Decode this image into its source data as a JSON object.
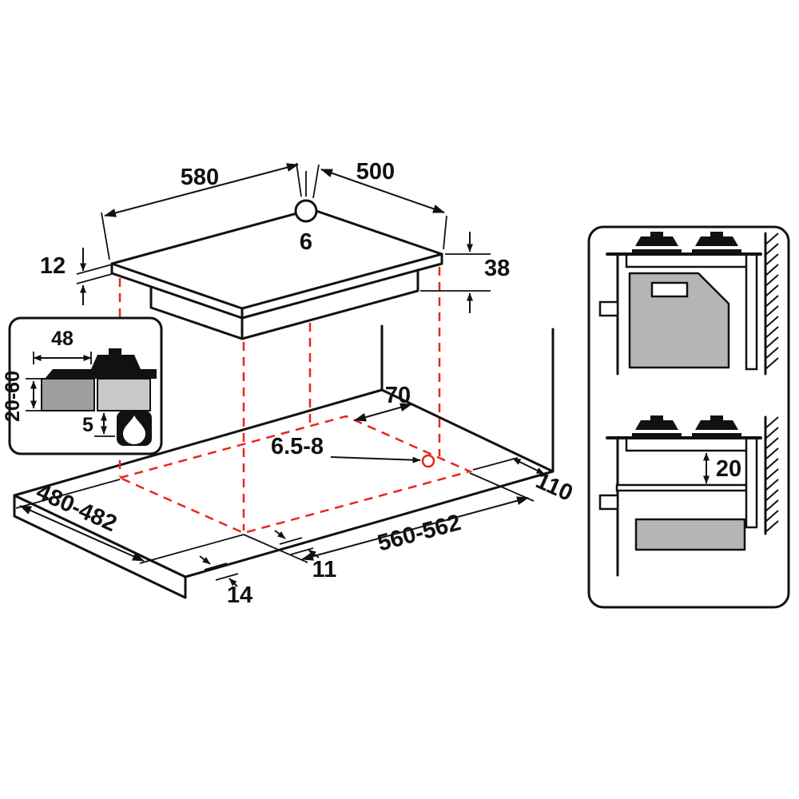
{
  "figure": {
    "type": "gas-hob-installation-diagram",
    "accent_color": "#e8251f",
    "line_color": "#111111"
  },
  "hob": {
    "width_mm": "580",
    "depth_mm": "500",
    "hole_diameter_mm": "6",
    "edge_thickness_mm": "12",
    "body_height_mm": "38"
  },
  "worktop_cutout": {
    "rear_clearance_mm": "70",
    "inlet_hole_mm": "6.5-8",
    "right_clearance_mm": "110",
    "cutout_depth_mm": "480-482",
    "cutout_width_mm": "560-562",
    "side_offset_mm": "11",
    "front_offset_mm": "14"
  },
  "detail_inset": {
    "clearance_mm": "48",
    "worktop_thickness_mm": "20-60",
    "min_gap_mm": "5",
    "icon": "gas-flame-icon"
  },
  "side_views": {
    "shelf_clearance_mm": "20"
  }
}
